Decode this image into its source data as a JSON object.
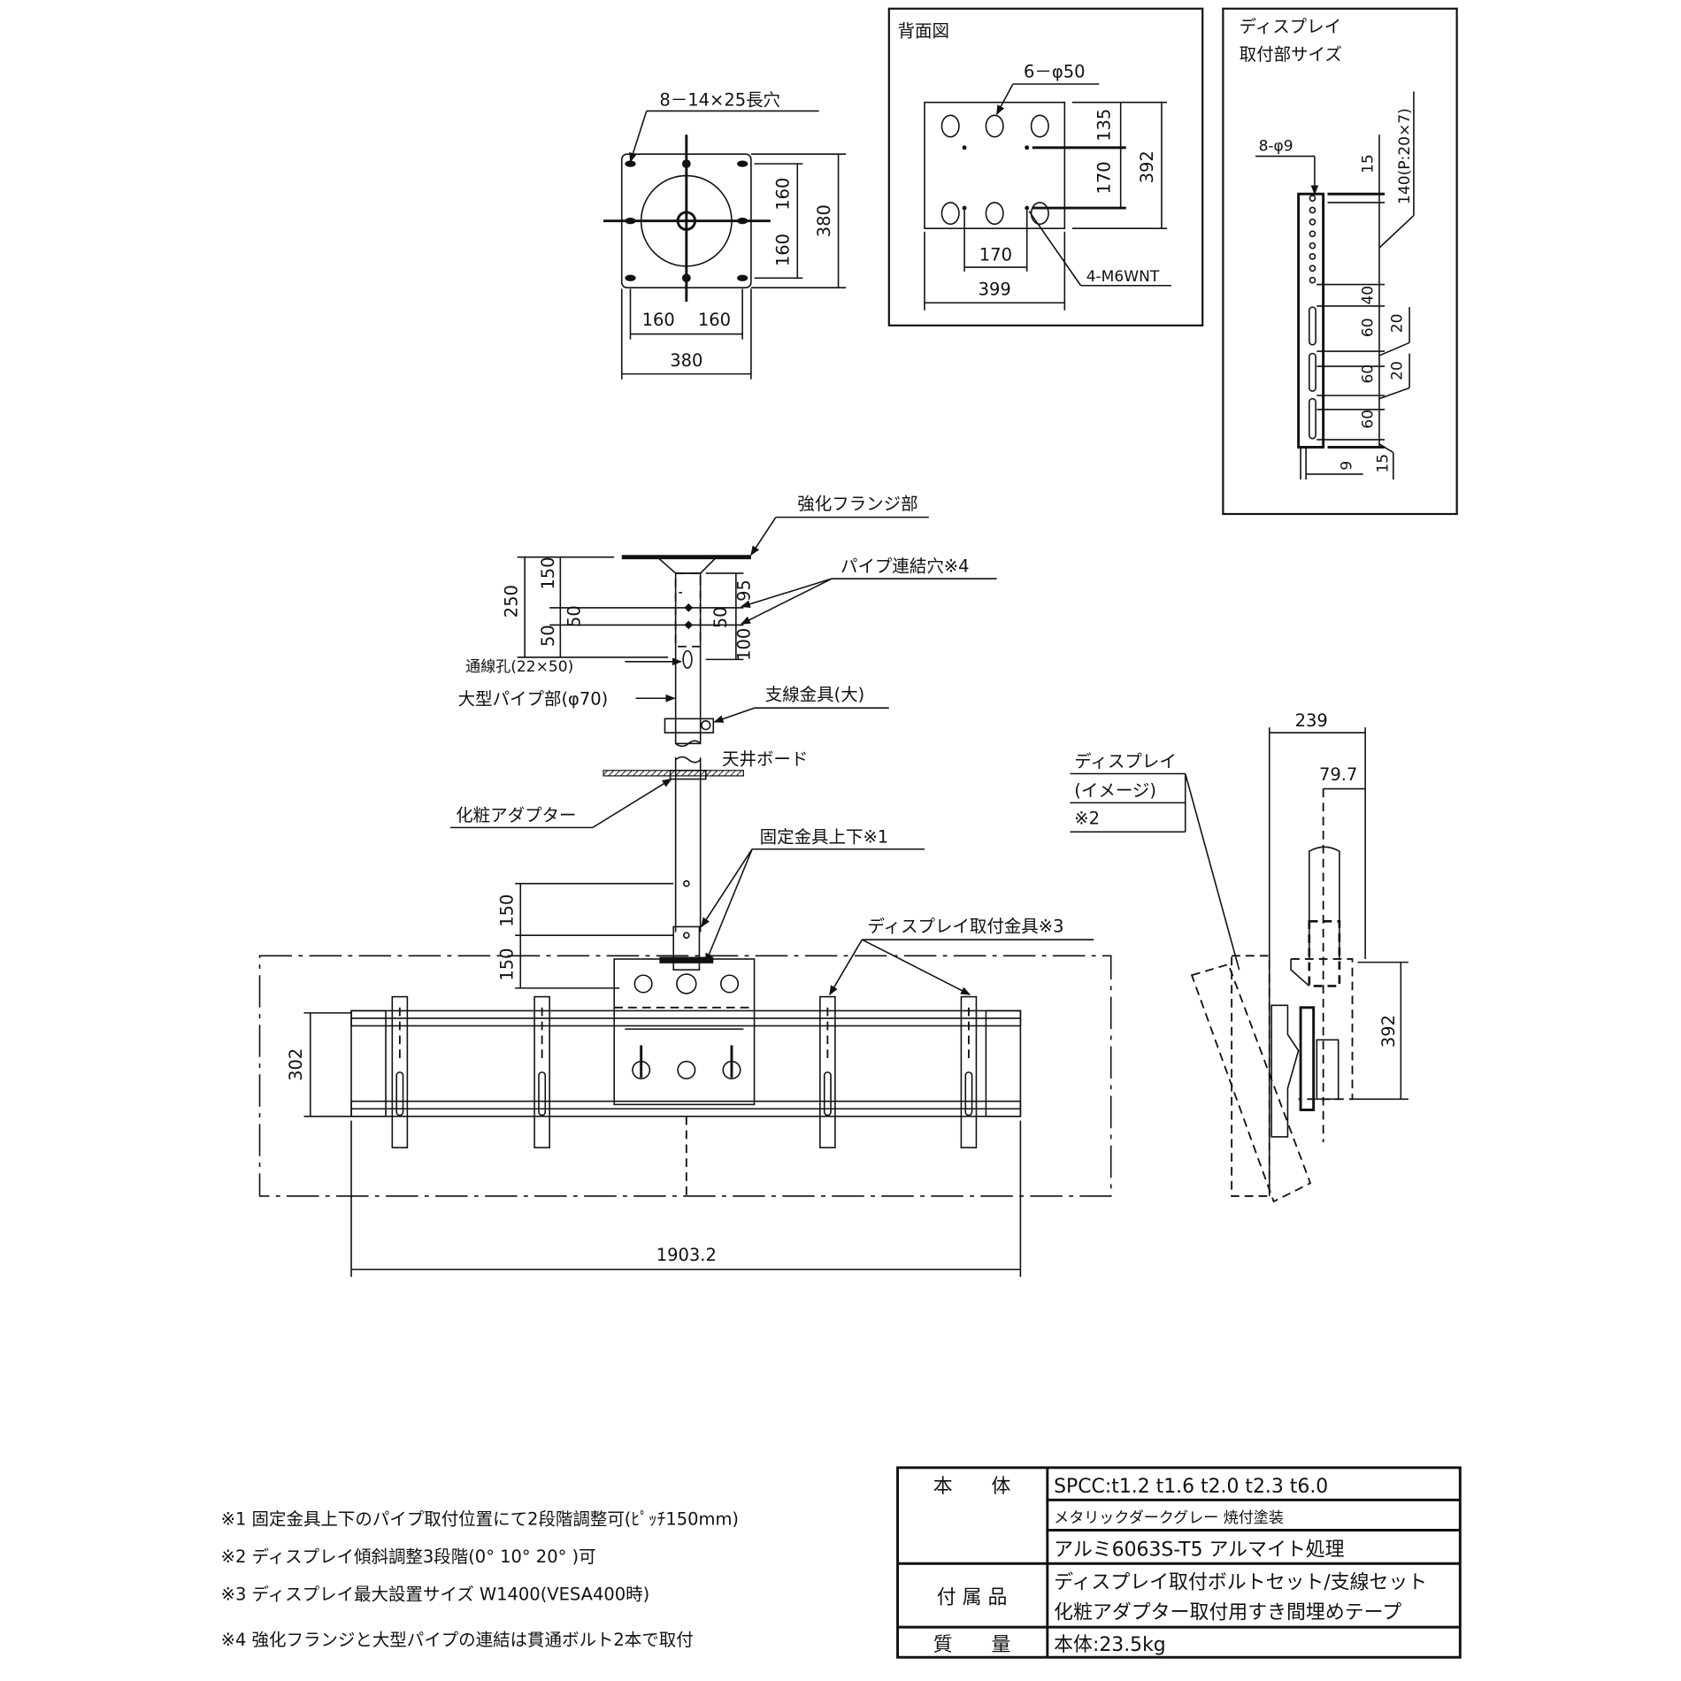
{
  "flange_top_view": {
    "slot_label": "8－14×25長穴",
    "dim_v_upper": "160",
    "dim_v_lower": "160",
    "dim_v_total": "380",
    "dim_h_left": "160",
    "dim_h_right": "160",
    "dim_h_total": "380"
  },
  "rear_view": {
    "title": "背面図",
    "holes_label": "6－φ50",
    "dim_135": "135",
    "dim_170v": "170",
    "dim_392": "392",
    "dim_170h": "170",
    "dim_399": "399",
    "nut_label": "4-M6WNT"
  },
  "display_mount_size": {
    "title_line1": "ディスプレイ",
    "title_line2": "取付部サイズ",
    "hole_label": "8-φ9",
    "dim_15_top": "15",
    "dim_pitch": "140(P:20×7)",
    "dim_40": "40",
    "dim_60_a": "60",
    "dim_20_a": "20",
    "dim_60_b": "60",
    "dim_20_b": "20",
    "dim_60_c": "60",
    "dim_9": "9",
    "dim_15_bottom": "15"
  },
  "front_view": {
    "flange_label": "強化フランジ部",
    "pipe_hole_label": "パイプ連結穴※4",
    "dim_250": "250",
    "dim_150_top": "150",
    "dim_50_a": "50",
    "dim_50_b": "50",
    "dim_95": "95",
    "dim_50_c": "50",
    "dim_100": "100",
    "wire_hole_label": "通線孔(22×50)",
    "pipe_label": "大型パイプ部(φ70)",
    "guy_bracket_label": "支線金具(大)",
    "ceiling_label": "天井ボード",
    "adapter_label": "化粧アダプター",
    "fixing_label": "固定金具上下※1",
    "dim_150_a": "150",
    "dim_150_b": "150",
    "display_bracket_label": "ディスプレイ取付金具※3",
    "dim_302": "302",
    "dim_width": "1903.2"
  },
  "side_view": {
    "dim_239": "239",
    "dim_79_7": "79.7",
    "display_label_1": "ディスプレイ",
    "display_label_2": "(イメージ)",
    "display_label_3": "※2",
    "dim_392": "392"
  },
  "notes": [
    "※1  固定金具上下のパイプ取付位置にて2段階調整可(ﾋﾟｯﾁ150mm)",
    "※2  ディスプレイ傾斜調整3段階(0°  10°  20° )可",
    "※3  ディスプレイ最大設置サイズ   W1400(VESA400時)",
    "※4  強化フランジと大型パイプの連結は貫通ボルト2本で取付"
  ],
  "spec_table": {
    "body_label": "本　　体",
    "body_rows": [
      "SPCC:t1.2  t1.6  t2.0  t2.3  t6.0",
      "メタリックダークグレー  焼付塗装",
      "アルミ6063S-T5  アルマイト処理"
    ],
    "accessories_label": "付 属 品",
    "accessories_rows": [
      "ディスプレイ取付ボルトセット/支線セット",
      "化粧アダプター取付用すき間埋めテープ"
    ],
    "weight_label": "質　　量",
    "weight_value": "本体:23.5kg"
  }
}
